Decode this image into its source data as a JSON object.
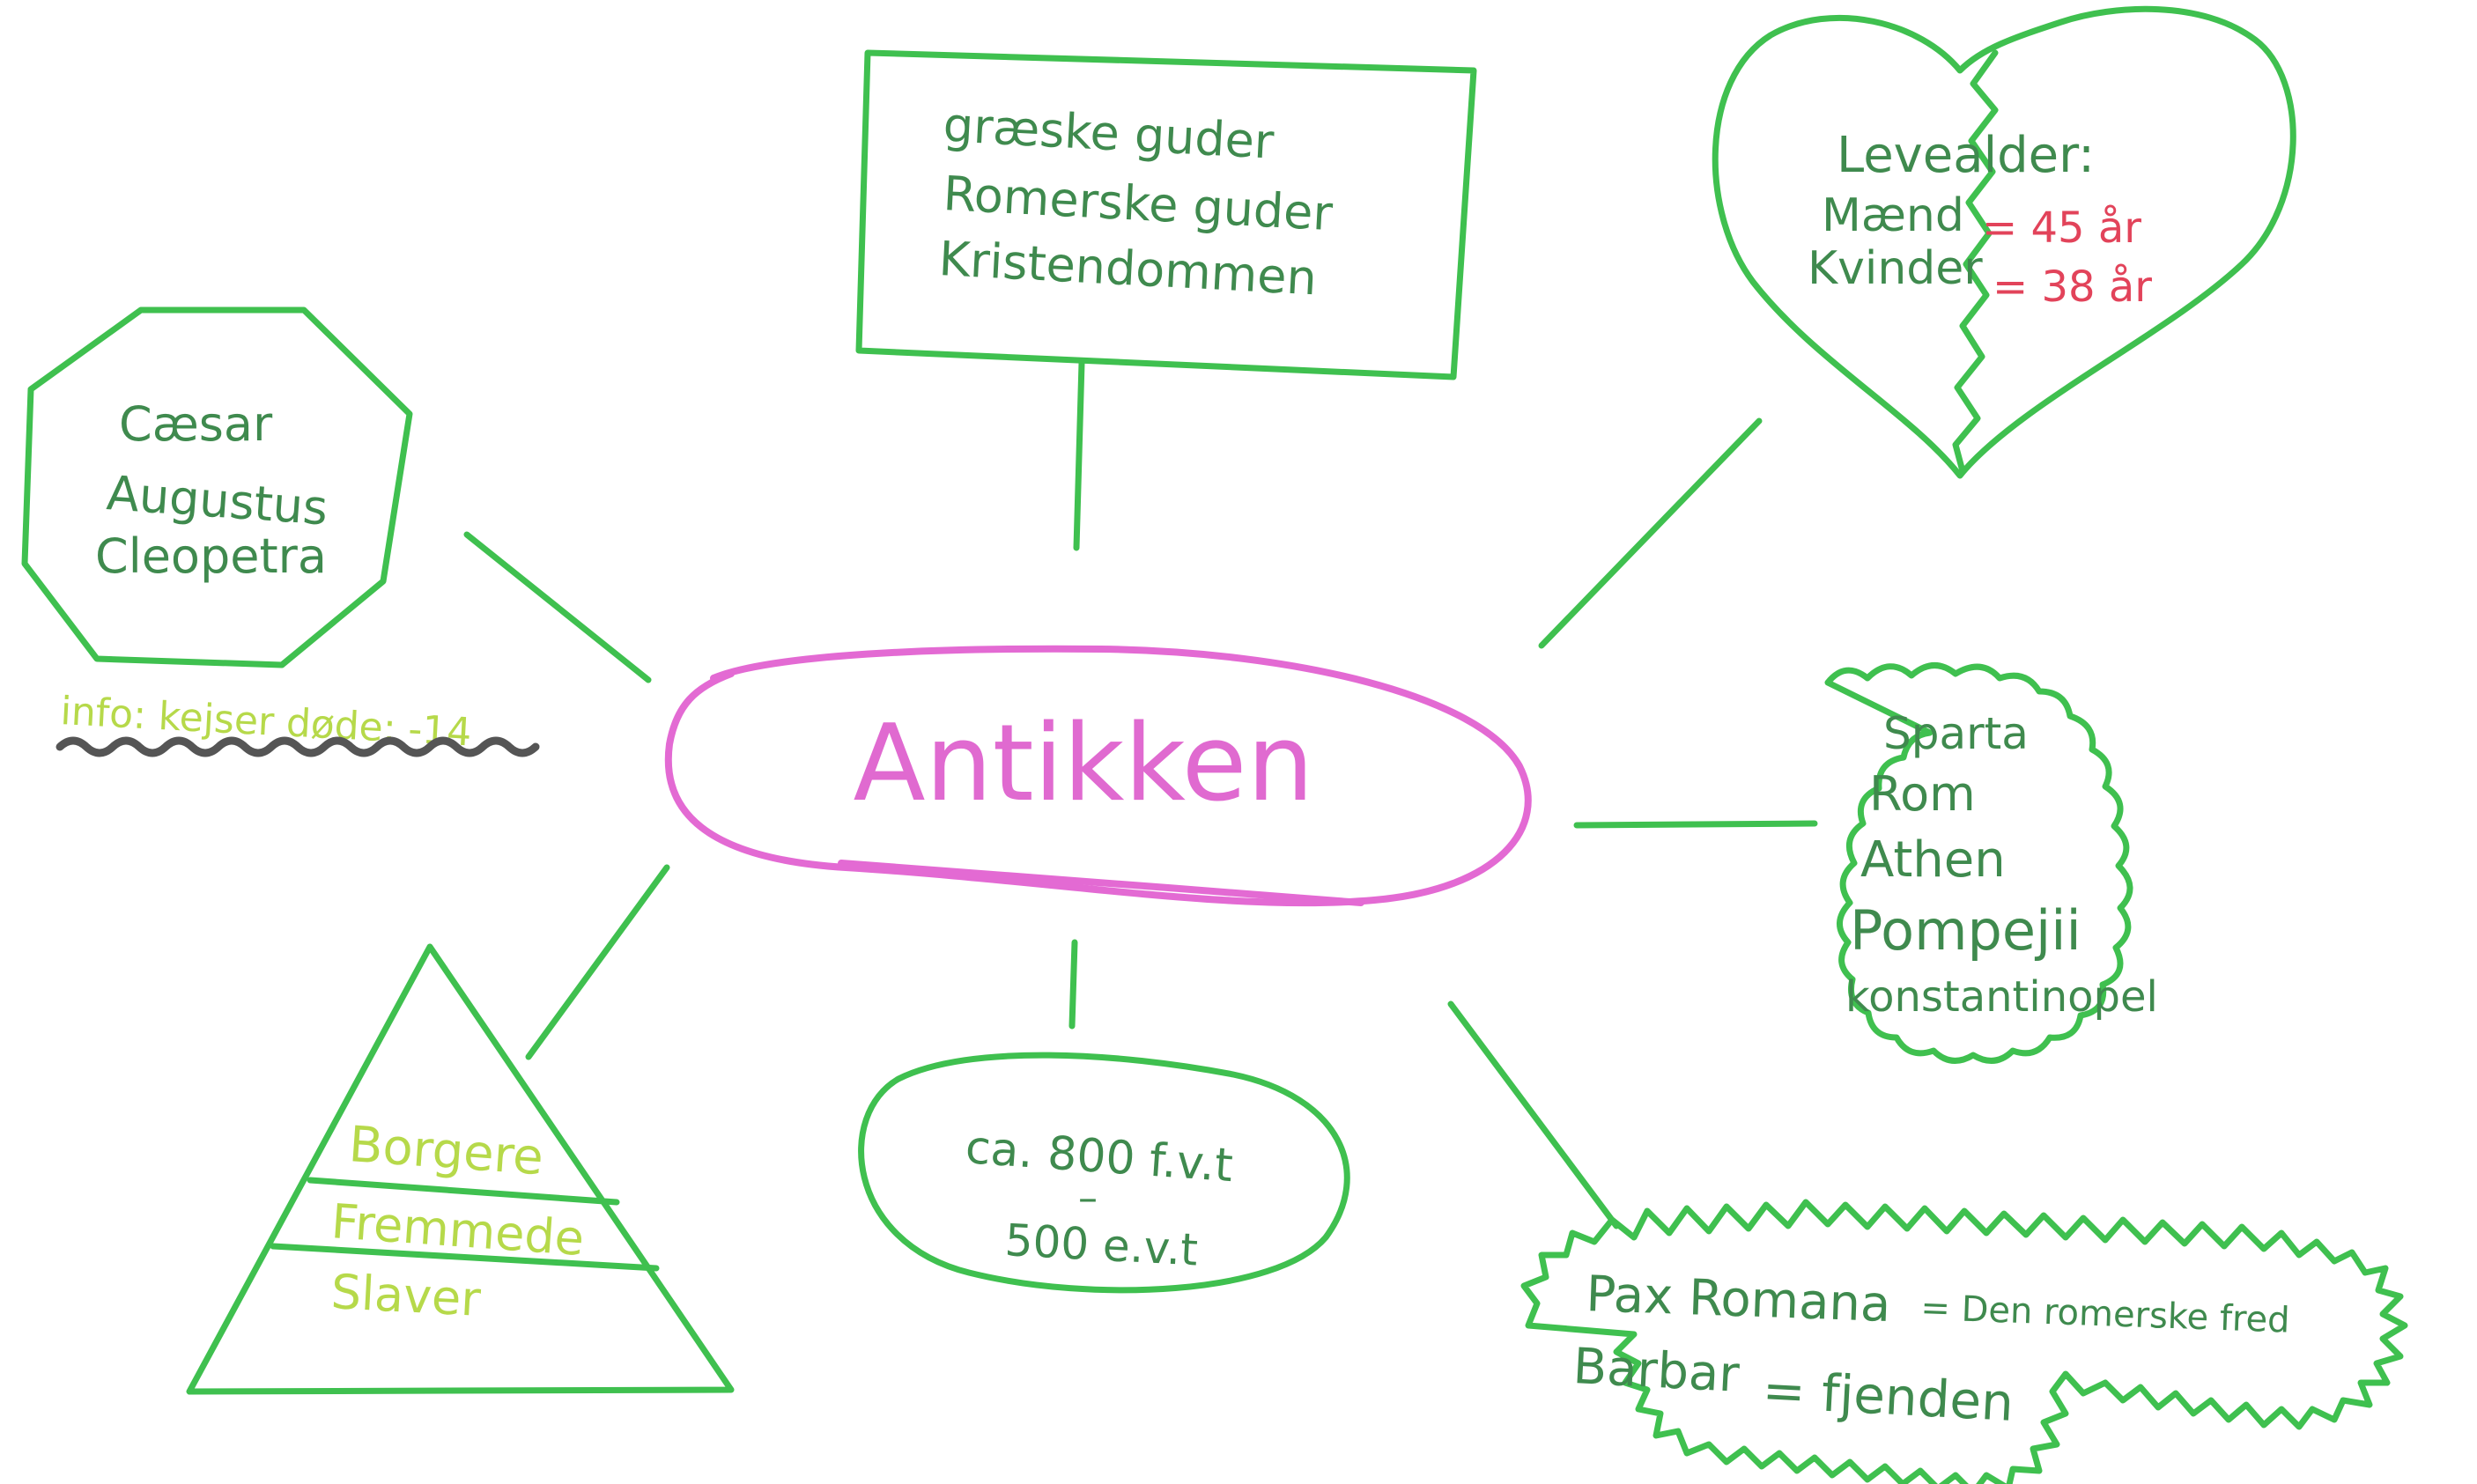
{
  "center": {
    "label": "Antikken"
  },
  "colors": {
    "green_line": "#3fc04f",
    "green_text": "#3f8a4e",
    "lime_text": "#b6d94a",
    "pink": "#e36ad3",
    "red_text": "#e2435a",
    "wavy_underline": "#555555"
  },
  "religion_box": {
    "lines": [
      "græske guder",
      "Romerske guder",
      "Kristendommen"
    ]
  },
  "people_octagon": {
    "lines": [
      "Cæsar",
      "Augustus",
      "Cleopetra"
    ],
    "note": "info: kejser døde: -14"
  },
  "lifespan_heart": {
    "title": "Levealder:",
    "men_label": "Mænd",
    "men_value": "= 45 år",
    "women_label": "Kvinder",
    "women_value": "= 38 år"
  },
  "places_cloud": {
    "lines": [
      "Sparta",
      "Rom",
      "Athen",
      "Pompejii",
      "konstantinopel"
    ]
  },
  "period_oval": {
    "start": "ca. 800 f.v.t",
    "dash": "–",
    "end": "500 e.v.t"
  },
  "society_pyramid": {
    "levels": [
      "Borgere",
      "Fremmede",
      "Slaver"
    ]
  },
  "terms_burst": {
    "line1_term": "Pax Romana",
    "line1_def": "= Den romerske fred",
    "line2_term": "Barbar",
    "line2_def": "= fjenden"
  }
}
